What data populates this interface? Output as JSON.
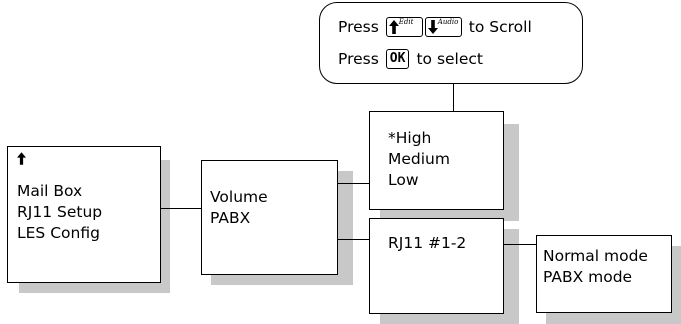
{
  "callout": {
    "line1_prefix": "Press",
    "line1_suffix": "to Scroll",
    "key_up_label": "Edit",
    "key_down_label": "Audio",
    "line2_prefix": "Press",
    "ok_key": "OK",
    "line2_suffix": "to select",
    "key_up_icon": "up-arrow-icon",
    "key_down_icon": "down-arrow-icon"
  },
  "main_menu": {
    "arrow_icon": "up-arrow-icon",
    "items": [
      "Mail Box",
      "RJ11 Setup",
      "LES Config"
    ]
  },
  "rj11_menu": {
    "items": [
      "Volume",
      "PABX"
    ]
  },
  "volume_menu": {
    "items": [
      "*High",
      "Medium",
      "Low"
    ]
  },
  "pabx_menu": {
    "items": [
      "RJ11 #1-2"
    ]
  },
  "mode_menu": {
    "items": [
      "Normal mode",
      "PABX mode"
    ]
  }
}
